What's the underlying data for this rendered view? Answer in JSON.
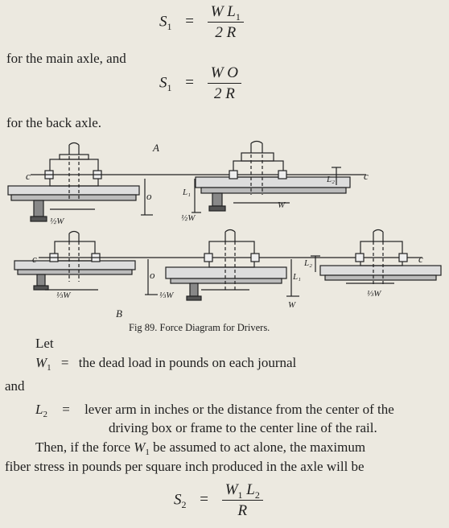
{
  "eq1": {
    "lhs": "S",
    "lhs_sub": "1",
    "eq": "=",
    "num": "W L",
    "num_sub": "1",
    "den": "2 R"
  },
  "line1": "for the main axle, and",
  "eq2": {
    "lhs": "S",
    "lhs_sub": "1",
    "eq": "=",
    "num": "W O",
    "den": "2 R"
  },
  "line2": "for the back axle.",
  "figure": {
    "label_a": "A",
    "label_b": "B",
    "c": "c",
    "o": "o",
    "l1": "L₁",
    "l2": "L₂",
    "w": "W",
    "half_w": "½W",
    "third_w": "⅓W",
    "caption": "Fig 89.   Force Diagram for Drivers."
  },
  "let": "Let",
  "def1": {
    "sym": "W",
    "sub": "1",
    "eq": "=",
    "text": "the dead load in pounds on each journal"
  },
  "and": "and",
  "def2": {
    "sym": "L",
    "sub": "2",
    "eq": "=",
    "text1": "lever arm in inches or the distance from the center of the",
    "text2": "driving box or frame to the center line of the rail."
  },
  "para1": {
    "before": "Then, if the force ",
    "sym": "W",
    "sub": "1",
    "after": " be assumed to act alone, the maximum"
  },
  "para2": "fiber stress in pounds per square inch  produced in the axle will be",
  "eq3": {
    "lhs": "S",
    "lhs_sub": "2",
    "eq": "=",
    "num_a": "W",
    "num_a_sub": "1",
    "num_b": "L",
    "num_b_sub": "2",
    "den": "R"
  }
}
